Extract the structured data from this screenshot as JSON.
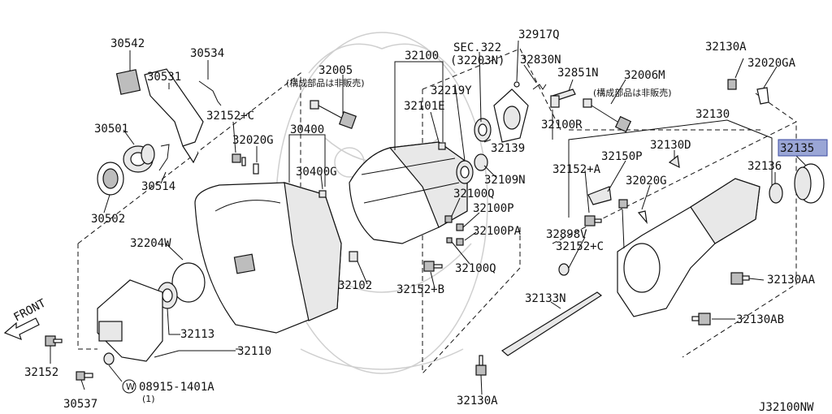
{
  "diagram": {
    "code": "J32100NW",
    "front_label": "FRONT",
    "highlight_color": "#9aa6d6",
    "parts": {
      "p30542": "30542",
      "p30534": "30534",
      "p30531": "30531",
      "p32005": "32005",
      "p32005_note": "(構成部品は非販売)",
      "p32100": "32100",
      "sec": "SEC.322",
      "sec_sub": "(32203N)",
      "p32917Q": "32917Q",
      "p32830N": "32830N",
      "p32851N": "32851N",
      "p32006M": "32006M",
      "p32006M_note": "(構成部品は非販売)",
      "p32130A_top": "32130A",
      "p32020GA": "32020GA",
      "p32219Y": "32219Y",
      "p32101E": "32101E",
      "p32152C_left": "32152+C",
      "p32020G_left": "32020G",
      "p30501": "30501",
      "p30400": "30400",
      "p30400G": "30400G",
      "p30514": "30514",
      "p30502": "30502",
      "p32139": "32139",
      "p32100R": "32100R",
      "p32130": "32130",
      "p32135": "32135",
      "p32130D": "32130D",
      "p32150P": "32150P",
      "p32152A": "32152+A",
      "p32109N": "32109N",
      "p32136": "32136",
      "p32020G_right": "32020G",
      "p32100Q_top": "32100Q",
      "p32100P": "32100P",
      "p32100PA": "32100PA",
      "p32898V": "32898V",
      "p32152C_right": "32152+C",
      "p32204W": "32204W",
      "p32102": "32102",
      "p32100Q_bottom": "32100Q",
      "p32152B": "32152+B",
      "p32130AA": "32130AA",
      "p32133N": "32133N",
      "p32130AB": "32130AB",
      "p32113": "32113",
      "p32110": "32110",
      "p32152": "32152",
      "p08915": "08915-1401A",
      "p08915_w": "W",
      "p08915_qty": "(1)",
      "p30537": "30537",
      "p32130A_bottom": "32130A"
    }
  }
}
